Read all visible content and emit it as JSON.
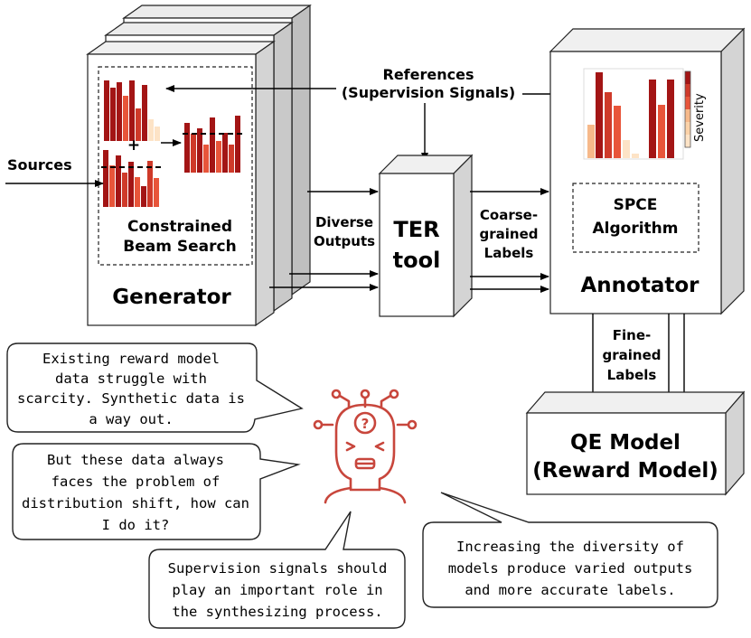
{
  "labels": {
    "sources": "Sources",
    "generator": "Generator",
    "constrained_line1": "Constrained",
    "constrained_line2": "Beam Search",
    "references_line1": "References",
    "references_line2": "(Supervision Signals)",
    "diverse_line1": "Diverse",
    "diverse_line2": "Outputs",
    "ter_line1": "TER",
    "ter_line2": "tool",
    "coarse_line1": "Coarse-",
    "coarse_line2": "grained",
    "coarse_line3": "Labels",
    "annotator": "Annotator",
    "spce_line1": "SPCE",
    "spce_line2": "Algorithm",
    "severity": "Severity",
    "fine_line1": "Fine-",
    "fine_line2": "grained",
    "fine_line3": "Labels",
    "qe_line1": "QE Model",
    "qe_line2": "(Reward Model)",
    "plus": "+",
    "question": "?"
  },
  "bubbles": {
    "b1": [
      "Existing reward model",
      "data struggle with",
      "scarcity. Synthetic data is",
      "a way out."
    ],
    "b2": [
      "But these data always",
      "faces the problem of",
      "distribution shift, how can",
      "I do it?"
    ],
    "b3": [
      "Supervision signals should",
      "play an important role in",
      "the synthesizing process."
    ],
    "b4": [
      "Increasing the diversity of",
      "models produce varied outputs",
      "and more accurate labels."
    ]
  },
  "colors": {
    "dark_red": "#a31515",
    "red": "#cf3a2a",
    "orange_red": "#e8553a",
    "peach": "#f6b98a",
    "pale": "#fde3c6",
    "box_side": "#d4d4d4",
    "icon_red": "#c8463c"
  }
}
